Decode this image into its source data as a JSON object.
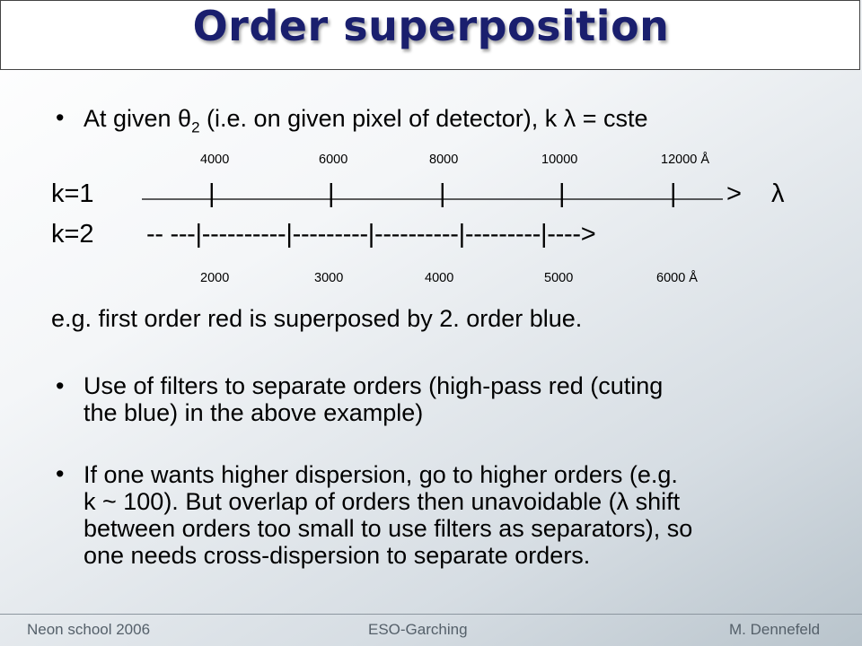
{
  "title": "Order superposition",
  "bullet1": {
    "pre": "At given θ",
    "sub": "2",
    "post": " (i.e. on given pixel of detector), k λ = cste"
  },
  "scale_top": [
    "4000",
    "6000",
    "8000",
    "10000",
    "12000 Å"
  ],
  "scale_bottom": [
    "2000",
    "3000",
    "4000",
    "5000",
    "6000 Å"
  ],
  "k1": {
    "label": "k=1",
    "bars": [
      "|",
      "|",
      "|",
      "|",
      "|"
    ],
    "arrow": ">",
    "symbol": "λ"
  },
  "k2": {
    "label": "k=2",
    "line": "-- ---|----------|---------|----------|---------|---->"
  },
  "example": "e.g. first order red is superposed by 2. order blue.",
  "bullet2": [
    "Use of filters to separate orders (high-pass red (cuting",
    "the blue) in the above example)"
  ],
  "bullet3": [
    "If one wants higher dispersion, go to higher orders (e.g.",
    "k ~ 100). But overlap of orders then unavoidable (λ shift",
    "between orders too small to use filters as separators), so",
    "one needs cross-dispersion to separate orders."
  ],
  "footer": {
    "left": "Neon school  2006",
    "center": "ESO-Garching",
    "right": "M. Dennefeld"
  }
}
